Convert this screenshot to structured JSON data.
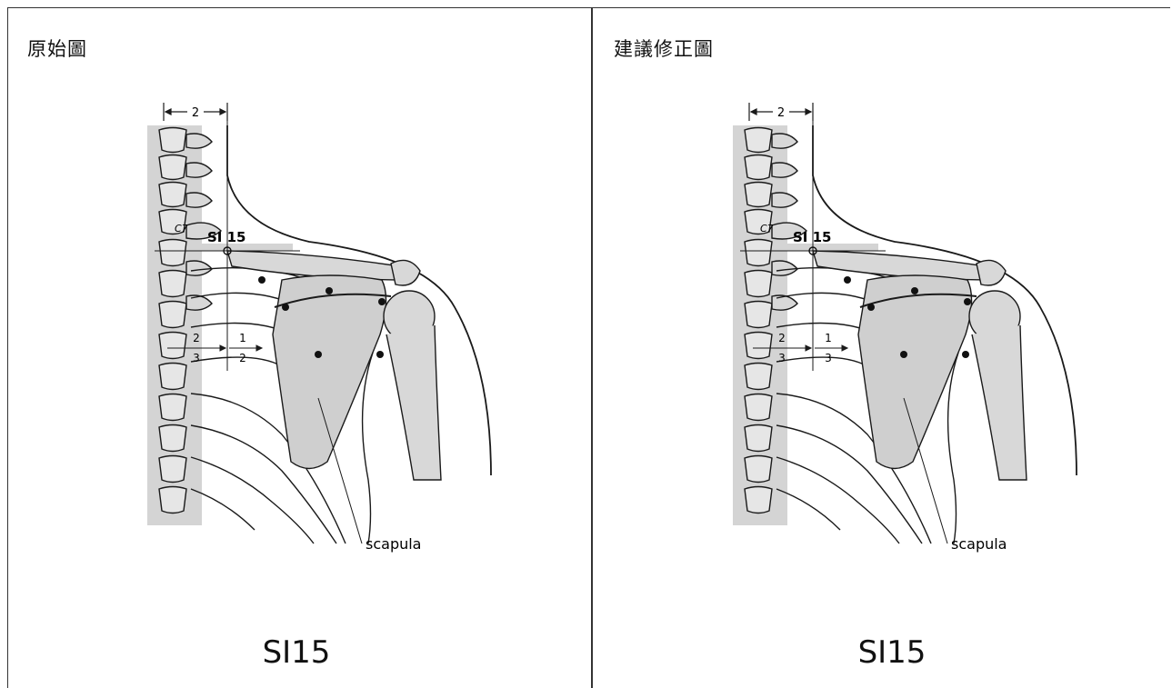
{
  "panels": [
    {
      "heading": "原始圖",
      "dimension_label": "2",
      "vertebra_label": "C7",
      "point_label": "SI 15",
      "measure_left_top": "2",
      "measure_left_bottom": "3",
      "measure_right_top": "1",
      "measure_right_bottom": "2",
      "callout": "scapula",
      "code": "SI15"
    },
    {
      "heading": "建議修正圖",
      "dimension_label": "2",
      "vertebra_label": "C7",
      "point_label": "SI 15",
      "measure_left_top": "2",
      "measure_left_bottom": "3",
      "measure_right_top": "1",
      "measure_right_bottom": "3",
      "callout": "scapula",
      "code": "SI15"
    }
  ],
  "colors": {
    "bone_fill": "#c9c9c9",
    "line": "#1a1a1a",
    "border": "#333333",
    "background": "#ffffff"
  }
}
